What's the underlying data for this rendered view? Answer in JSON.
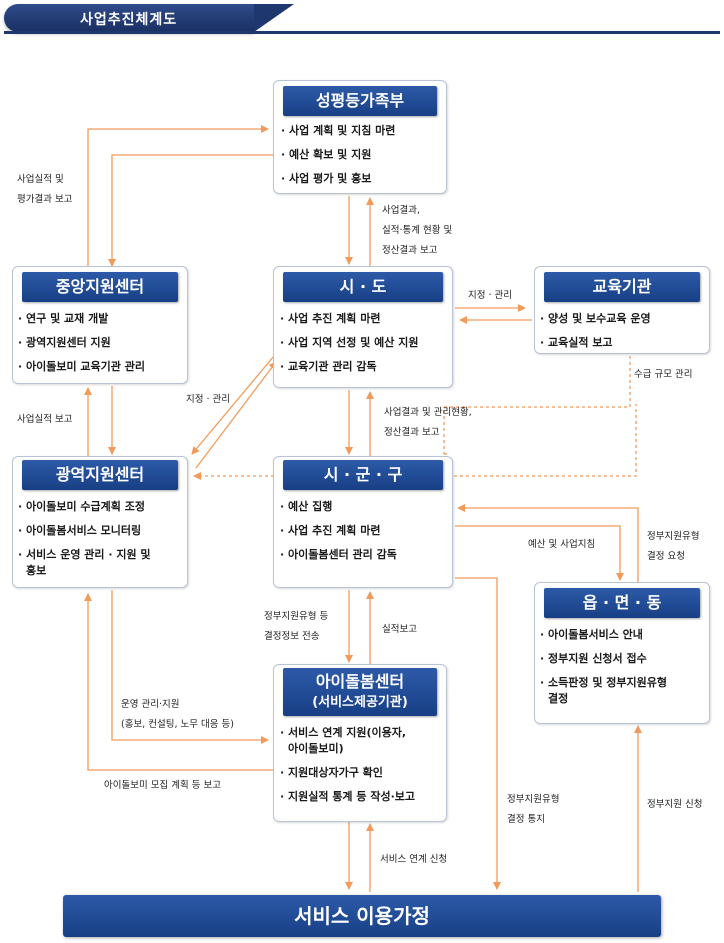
{
  "page_title": "사업추진체계도",
  "nodes": {
    "ministry": {
      "title": "성평등가족부",
      "items": [
        "· 사업 계획 및 지침 마련",
        "· 예산 확보 및 지원",
        "· 사업 평가 및 홍보"
      ]
    },
    "central": {
      "title": "중앙지원센터",
      "items": [
        "· 연구 및 교재 개발",
        "· 광역지원센터 지원",
        "· 아이돌보미 교육기관 관리"
      ]
    },
    "sido": {
      "title": "시 · 도",
      "items": [
        "· 사업 추진 계획 마련",
        "· 사업 지역 선정 및 예산 지원",
        "· 교육기관 관리 감독"
      ]
    },
    "edu": {
      "title": "교육기관",
      "items": [
        "· 양성 및 보수교육 운영",
        "· 교육실적 보고"
      ]
    },
    "regional": {
      "title": "광역지원센터",
      "items": [
        "· 아이돌보미 수급계획 조정",
        "· 아이돌봄서비스 모니터링",
        "· 서비스 운영 관리 · 지원 및",
        "홍보"
      ]
    },
    "sigungu": {
      "title": "시 · 군 · 구",
      "items": [
        "· 예산 집행",
        "· 사업 추진 계획 마련",
        "· 아이돌봄센터 관리 감독"
      ]
    },
    "eupmyeondong": {
      "title": "읍 · 면 · 동",
      "items": [
        "· 아이돌봄서비스 안내",
        "· 정부지원 신청서 접수",
        "· 소득판정 및 정부지원유형",
        "결정"
      ]
    },
    "center": {
      "title": "아이돌봄센터",
      "subtitle": "(서비스제공기관)",
      "items": [
        "· 서비스 연계 지원(이용자,",
        "아이돌보미)",
        "· 지원대상자가구 확인",
        "· 지원실적 통계 등 작성·보고"
      ]
    },
    "family": {
      "title": "서비스 이용가정"
    }
  },
  "labels": {
    "l1a": "사업실적 및",
    "l1b": "평가결과 보고",
    "l2a": "사업결과,",
    "l2b": "실적·통계 현황 및",
    "l2c": "정산결과 보고",
    "l3": "지정 · 관리",
    "l4": "사업실적 보고",
    "l5": "지정 · 관리",
    "l6a": "사업결과 및 관리현황,",
    "l6b": "정산결과 보고",
    "l7": "수급 규모 관리",
    "l8": "예산 및 사업지침",
    "l9a": "정부지원유형",
    "l9b": "결정 요청",
    "l10a": "정부지원유형 등",
    "l10b": "결정정보 전송",
    "l11": "실적보고",
    "l12a": "운영 관리·지원",
    "l12b": "(홍보, 컨설팅, 노무 대응 등)",
    "l13": "아이돌보미 모집 계획 등 보고",
    "l14a": "정부지원유형",
    "l14b": "결정 통지",
    "l15": "서비스 연계 신청",
    "l16": "정부지원 신청"
  },
  "colors": {
    "arrow": "#f29a5a",
    "header": "#1f4a96",
    "title_bar": "#1f376f"
  }
}
